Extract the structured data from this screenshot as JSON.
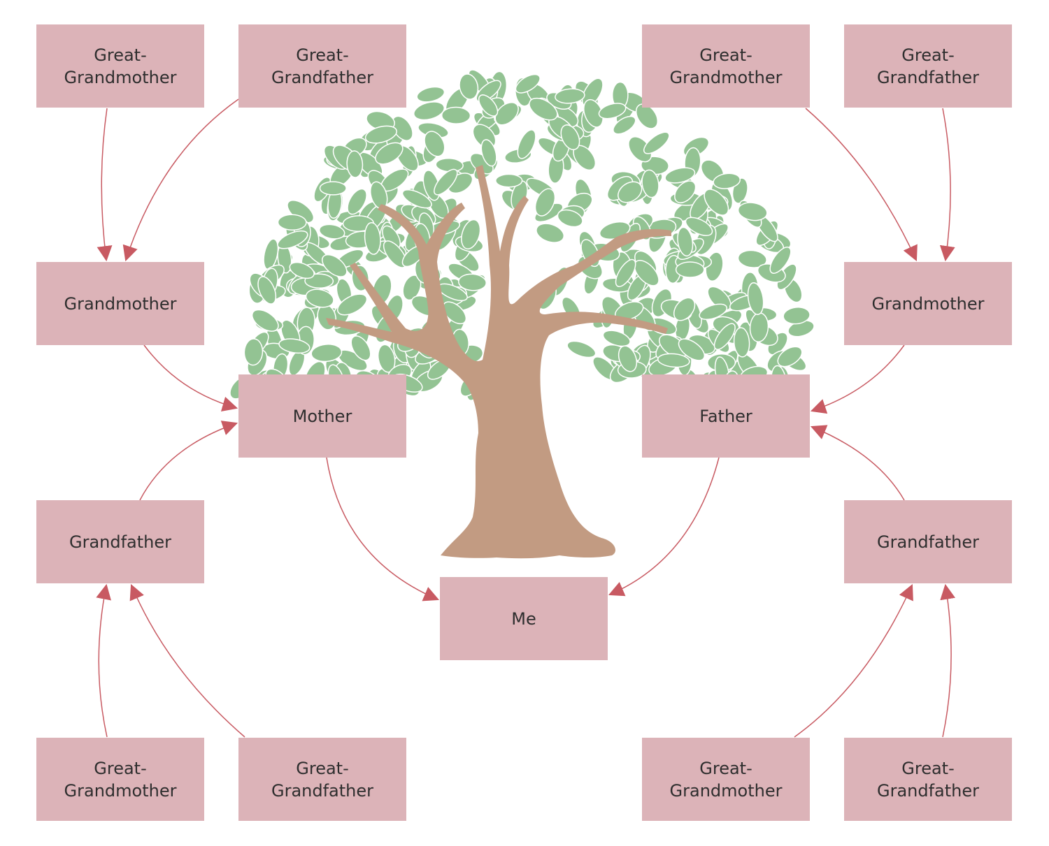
{
  "diagram": {
    "type": "family-tree",
    "colors": {
      "node_fill": "#dcb3b8",
      "node_text": "#2e2e2e",
      "connector": "#c85a62",
      "leaf": "#93c393",
      "trunk": "#c29b82"
    },
    "nodes": {
      "me": {
        "label": "Me"
      },
      "mother": {
        "label": "Mother"
      },
      "father": {
        "label": "Father"
      },
      "maternal_grandmother": {
        "label": "Grandmother"
      },
      "maternal_grandfather": {
        "label": "Grandfather"
      },
      "paternal_grandmother": {
        "label": "Grandmother"
      },
      "paternal_grandfather": {
        "label": "Grandfather"
      },
      "mgm_great_grandmother": {
        "line1": "Great-",
        "line2": "Grandmother"
      },
      "mgm_great_grandfather": {
        "line1": "Great-",
        "line2": "Grandfather"
      },
      "mgf_great_grandmother": {
        "line1": "Great-",
        "line2": "Grandmother"
      },
      "mgf_great_grandfather": {
        "line1": "Great-",
        "line2": "Grandfather"
      },
      "pgm_great_grandmother": {
        "line1": "Great-",
        "line2": "Grandmother"
      },
      "pgm_great_grandfather": {
        "line1": "Great-",
        "line2": "Grandfather"
      },
      "pgf_great_grandmother": {
        "line1": "Great-",
        "line2": "Grandmother"
      },
      "pgf_great_grandfather": {
        "line1": "Great-",
        "line2": "Grandfather"
      }
    },
    "edges": [
      {
        "from": "mgm_great_grandmother",
        "to": "maternal_grandmother"
      },
      {
        "from": "mgm_great_grandfather",
        "to": "maternal_grandmother"
      },
      {
        "from": "pgm_great_grandmother",
        "to": "paternal_grandmother"
      },
      {
        "from": "pgm_great_grandfather",
        "to": "paternal_grandmother"
      },
      {
        "from": "maternal_grandmother",
        "to": "mother"
      },
      {
        "from": "maternal_grandfather",
        "to": "mother"
      },
      {
        "from": "paternal_grandmother",
        "to": "father"
      },
      {
        "from": "paternal_grandfather",
        "to": "father"
      },
      {
        "from": "mgf_great_grandmother",
        "to": "maternal_grandfather"
      },
      {
        "from": "mgf_great_grandfather",
        "to": "maternal_grandfather"
      },
      {
        "from": "pgf_great_grandmother",
        "to": "paternal_grandfather"
      },
      {
        "from": "pgf_great_grandfather",
        "to": "paternal_grandfather"
      },
      {
        "from": "mother",
        "to": "me"
      },
      {
        "from": "father",
        "to": "me"
      }
    ]
  }
}
